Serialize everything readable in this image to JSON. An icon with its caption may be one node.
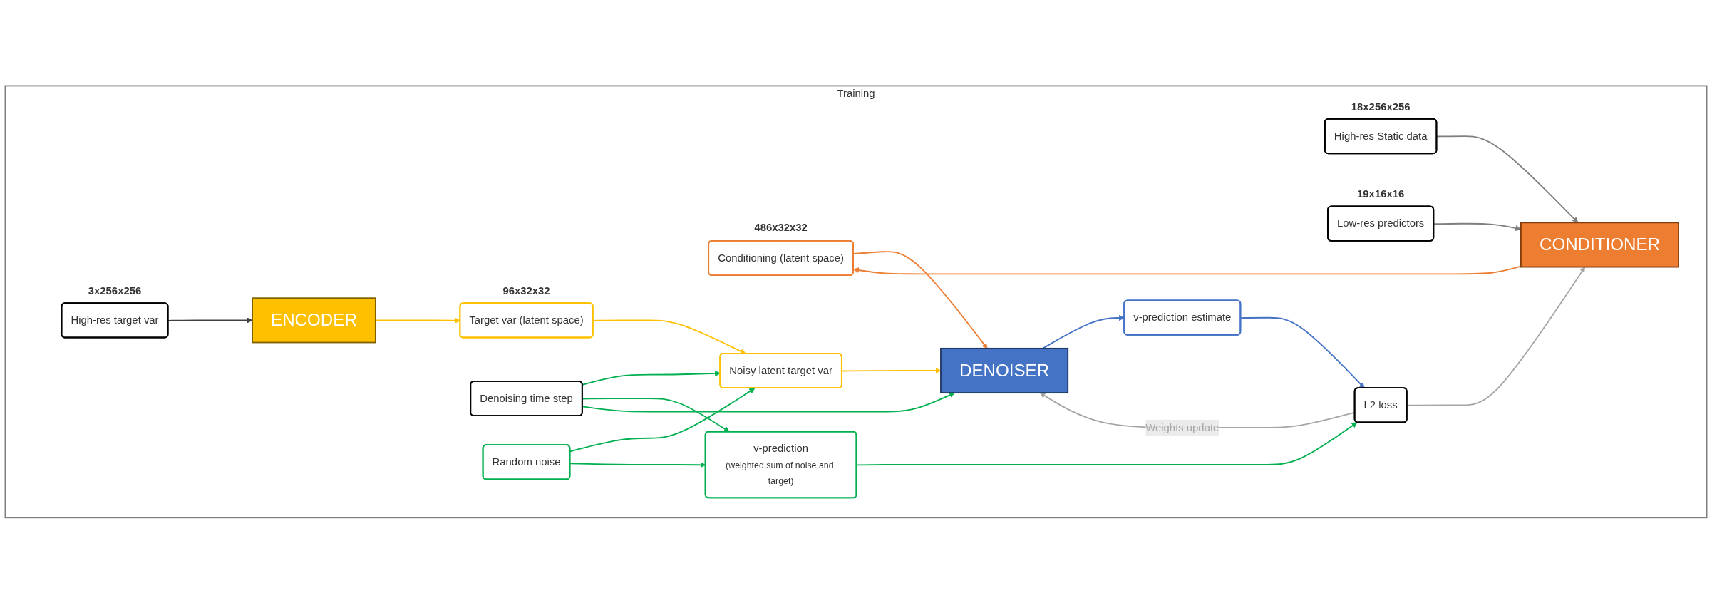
{
  "diagram": {
    "nodes": [
      {
        "text": [
          "Training"
        ]
      },
      {
        "text": [
          "High-res target var"
        ],
        "beside": [
          "3x256x256"
        ],
        "in": 0
      },
      {
        "text": [
          "High-res Static data"
        ],
        "beside": [
          "18x256x256"
        ],
        "in": 0
      },
      {
        "text": [
          "Low-res predictors"
        ],
        "beside": [
          "19x16x16"
        ],
        "in": 0
      },
      {
        "text": [
          "ENCODER"
        ],
        "in": 0
      },
      {
        "text": [
          "CONDITIONER"
        ],
        "in": 0
      },
      {
        "text": [
          "Target var (latent space)"
        ],
        "beside": [
          "96x32x32"
        ],
        "in": 0
      },
      {
        "text": [
          "Conditioning (latent space)"
        ],
        "beside": [
          "486x32x32"
        ],
        "in": 0
      },
      {
        "text": [
          "Denoising time step"
        ],
        "in": 0
      },
      {
        "text": [
          "Random noise"
        ],
        "in": 0
      },
      {
        "text": [
          "Noisy latent target var"
        ],
        "in": 0
      },
      {
        "text": [
          "DENOISER"
        ],
        "in": 0
      },
      {
        "text": [
          "v-prediction",
          "(weighted sum of noise and target)"
        ],
        "in": 0
      },
      {
        "text": [
          "L2 loss"
        ],
        "in": 0
      },
      {
        "text": [
          "v-prediction estimate"
        ],
        "in": 0
      }
    ],
    "edges": [
      {
        "from": 2,
        "to": 5,
        "arrow": "to",
        "color": "#7f7f7f"
      },
      {
        "from": 3,
        "to": 5,
        "arrow": "to",
        "color": "#7f7f7f"
      },
      {
        "from": 5,
        "to": 7,
        "arrow": "to",
        "color": "#ed7d31"
      },
      {
        "from": 7,
        "to": 11,
        "arrow": "to",
        "color": "#ed7d31"
      },
      {
        "from": 11,
        "to": 14,
        "arrow": "to",
        "color": "#4472c4"
      },
      {
        "from": 14,
        "to": 13,
        "arrow": "to",
        "color": "#4472c4"
      },
      {
        "from": 13,
        "to": 11,
        "arrow": "to",
        "color": "#a6a6a6",
        "label": "Weights update"
      },
      {
        "from": 13,
        "to": 5,
        "arrow": "to",
        "color": "#a6a6a6"
      },
      {
        "from": 1,
        "to": 4,
        "arrow": "to",
        "color": "#404040"
      },
      {
        "from": 4,
        "to": 6,
        "arrow": "to",
        "color": "#ffc000"
      },
      {
        "from": 6,
        "to": 10,
        "arrow": "to",
        "color": "#ffc000"
      },
      {
        "from": 8,
        "to": 10,
        "arrow": "to",
        "color": "#00b050"
      },
      {
        "from": 9,
        "to": 10,
        "arrow": "to",
        "color": "#00b050"
      },
      {
        "from": 8,
        "to": 12,
        "arrow": "to",
        "color": "#00b050"
      },
      {
        "from": 9,
        "to": 12,
        "arrow": "to",
        "color": "#00b050"
      },
      {
        "from": 8,
        "to": 11,
        "arrow": "to",
        "color": "#00b050"
      },
      {
        "from": 10,
        "to": 11,
        "arrow": "to",
        "color": "#ffc000"
      },
      {
        "from": 12,
        "to": 13,
        "arrow": "to",
        "color": "#00b050"
      }
    ]
  }
}
